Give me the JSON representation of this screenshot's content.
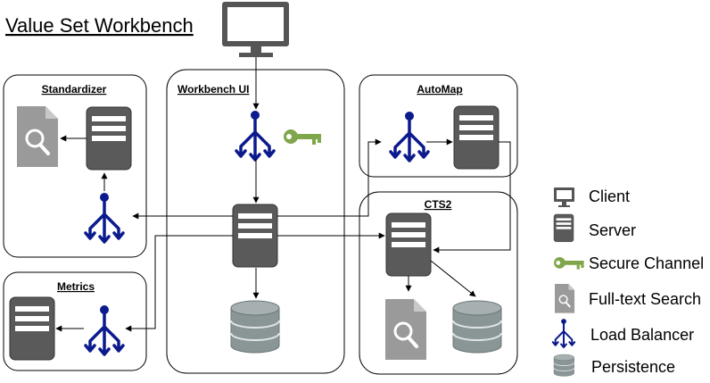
{
  "title": "Value Set Workbench",
  "groups": {
    "standardizer": "Standardizer",
    "workbench_ui": "Workbench UI",
    "automap": "AutoMap",
    "cts2": "CTS2",
    "metrics": "Metrics"
  },
  "legend": [
    {
      "icon": "client-icon",
      "label": "Client"
    },
    {
      "icon": "server-icon",
      "label": "Server"
    },
    {
      "icon": "key-icon",
      "label": "Secure Channel"
    },
    {
      "icon": "search-doc-icon",
      "label": "Full-text Search"
    },
    {
      "icon": "load-balancer-icon",
      "label": "Load Balancer"
    },
    {
      "icon": "database-icon",
      "label": "Persistence"
    }
  ],
  "colors": {
    "load_balancer": "#0b1a8c",
    "server": "#5a5a5a",
    "key": "#7fa64a",
    "database": "#8a9595",
    "search_doc": "#9a9a9a",
    "monitor": "#555555"
  }
}
